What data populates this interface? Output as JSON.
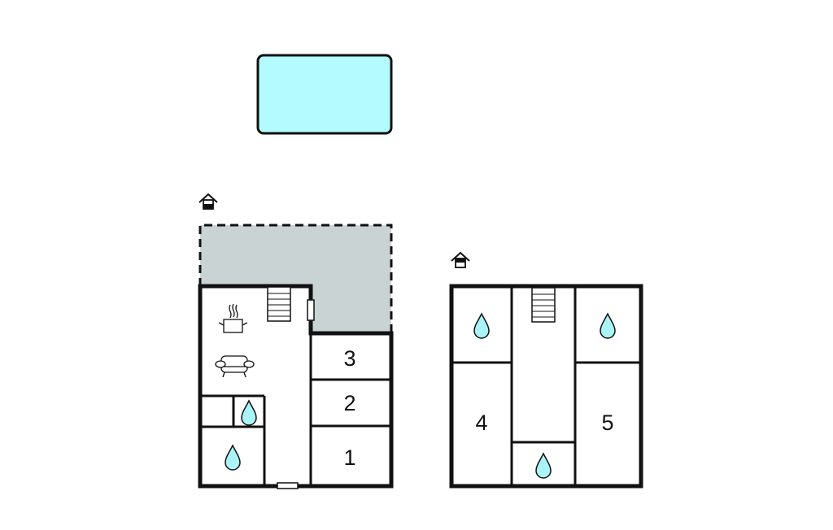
{
  "rooms": {
    "ground_floor": [
      "3",
      "2",
      "1"
    ],
    "upper_floor": [
      "4",
      "5"
    ]
  },
  "colors": {
    "pool": "#b3fbff",
    "terrace": "#c9d3d4",
    "bathroom_drop": "#aaf3f7",
    "wall": "#111111"
  },
  "icons": [
    "house-entrance-icon",
    "stairs-icon",
    "kitchen-pot-icon",
    "sofa-icon",
    "water-drop-icon",
    "window-icon",
    "door-icon"
  ]
}
